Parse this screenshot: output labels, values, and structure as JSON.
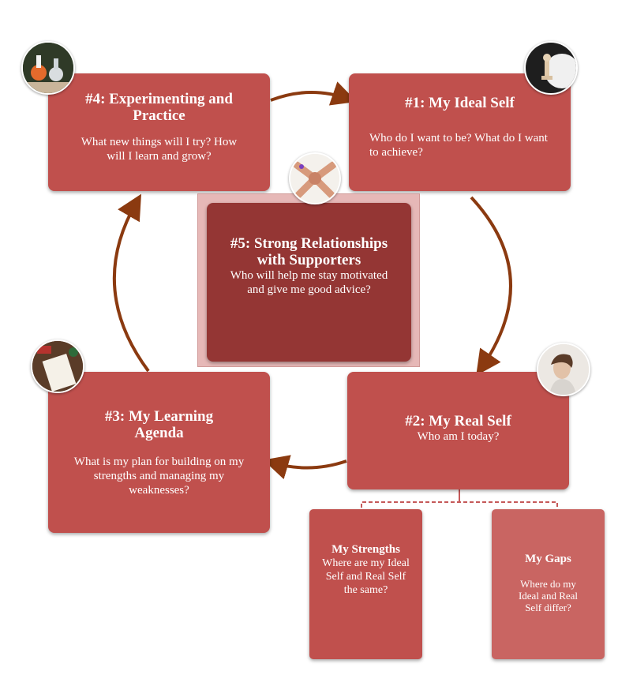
{
  "colors": {
    "box": "#c0504d",
    "center": "#943634",
    "center_frame": "#e6b8b7",
    "arrow": "#8b3a10",
    "gap_box": "#c96562"
  },
  "steps": {
    "s4": {
      "title": "#4: Experimenting and Practice",
      "body": "What new things will I try? How will I learn and grow?",
      "icon": "lab-photo-icon"
    },
    "s1": {
      "title": "#1: My Ideal Self",
      "body": "Who do I want to be? What do I want to achieve?",
      "icon": "chess-piece-icon"
    },
    "s5": {
      "title": "#5: Strong Relationships with Supporters",
      "body": "Who will help me stay motivated and give me good advice?",
      "icon": "joined-hands-icon"
    },
    "s3": {
      "title": "#3: My Learning Agenda",
      "body": "What is my plan for building on my strengths and managing my weaknesses?",
      "icon": "notebook-plan-icon"
    },
    "s2": {
      "title": "#2: My Real Self",
      "body": "Who am I today?",
      "icon": "thinking-person-icon"
    }
  },
  "sub": {
    "strengths": {
      "title": "My Strengths",
      "body": "Where are my Ideal Self and Real Self the same?"
    },
    "gaps": {
      "title": "My Gaps",
      "body": "Where do my Ideal and Real Self differ?"
    }
  }
}
